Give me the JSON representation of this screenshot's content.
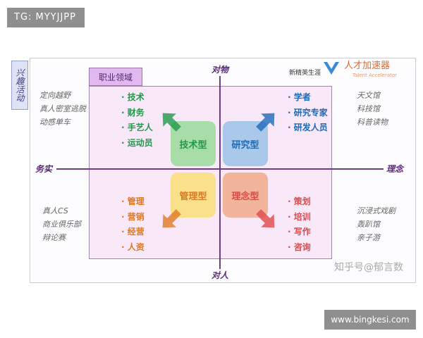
{
  "overlay": {
    "tg": "TG: MYYJJPP",
    "site": "www.bingkesi.com"
  },
  "diagram": {
    "side_tab": "兴趣活动",
    "header_tab": "职业领域",
    "axes": {
      "top": "对物",
      "bottom": "对人",
      "left": "务实",
      "right": "理念"
    },
    "logos": {
      "left": "新精英生涯",
      "right": "人才加速器",
      "right_sub": "Talent Accelerator"
    },
    "watermark": "知乎号@郁言数",
    "quadrants": [
      {
        "label": "技术型",
        "color": "#a8dca8",
        "text_color": "#1e9a4a",
        "items": [
          "技术",
          "财务",
          "手艺人",
          "运动员"
        ]
      },
      {
        "label": "研究型",
        "color": "#a9c8ea",
        "text_color": "#1d6ab8",
        "items": [
          "学者",
          "研究专家",
          "研发人员"
        ]
      },
      {
        "label": "管理型",
        "color": "#fbe08c",
        "text_color": "#e07820",
        "items": [
          "管理",
          "营销",
          "经营",
          "人资"
        ]
      },
      {
        "label": "理念型",
        "color": "#f2b49a",
        "text_color": "#e04848",
        "items": [
          "策划",
          "培训",
          "写作",
          "咨询"
        ]
      }
    ],
    "activities": {
      "top_left": [
        "定向越野",
        "真人密室逃脱",
        "动感单车"
      ],
      "top_right": [
        "天文馆",
        "科技馆",
        "科普读物"
      ],
      "bottom_left": [
        "真人CS",
        "商业俱乐部",
        "辩论赛"
      ],
      "bottom_right": [
        "沉浸式戏剧",
        "轰趴馆",
        "亲子游"
      ]
    }
  }
}
